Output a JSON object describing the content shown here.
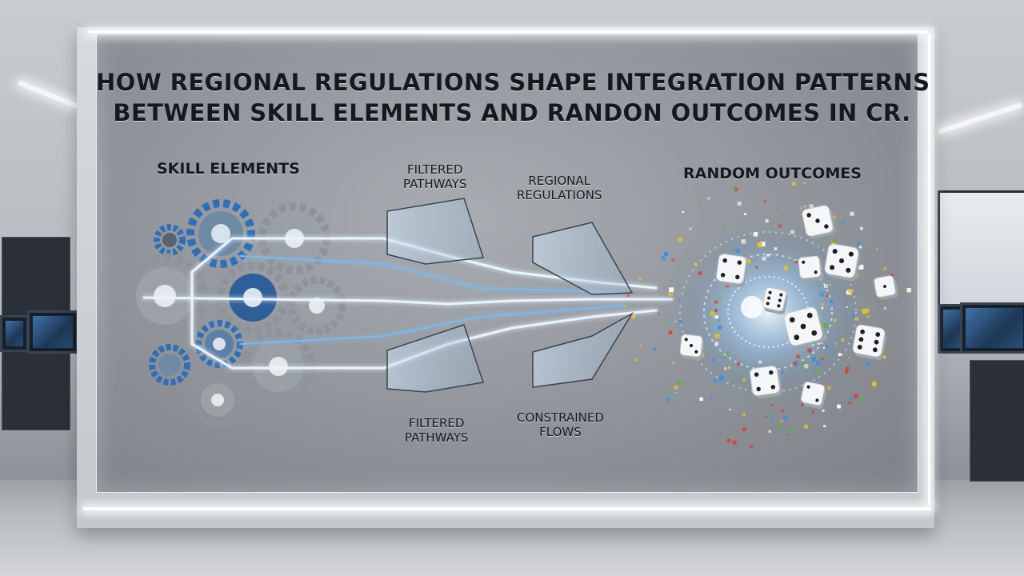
{
  "headline": {
    "line1": "HOW REGIONAL REGULATIONS SHAPE INTEGRATION PATTERNS",
    "line2": "BETWEEN SKILL ELEMENTS AND RANDON OUTCOMES IN CR."
  },
  "labels": {
    "skill_elements": "SKILL ELEMENTS",
    "filtered_pathways_top_1": "FILTERED",
    "filtered_pathways_top_2": "PATHWAYS",
    "regional_regulations_1": "REGIONAL",
    "regional_regulations_2": "REGULATIONS",
    "random_outcomes": "RANDOM OUTCOMES",
    "filtered_pathways_bottom_1": "FILTERED",
    "filtered_pathways_bottom_2": "PATHWAYS",
    "constrained_flows_1": "CONSTRAINED",
    "constrained_flows_2": "FLOWS"
  },
  "colors": {
    "accent_blue": "#3a8ee6",
    "gear_gray": "#8d9399",
    "gear_blue": "#2f6fb8",
    "flow_light": "#e8f4ff",
    "particle_red": "#d93a2b",
    "particle_green": "#5bb33a",
    "particle_yellow": "#e8c22a"
  },
  "icons": [
    "gear-icon",
    "funnel-icon",
    "dice-icon"
  ]
}
